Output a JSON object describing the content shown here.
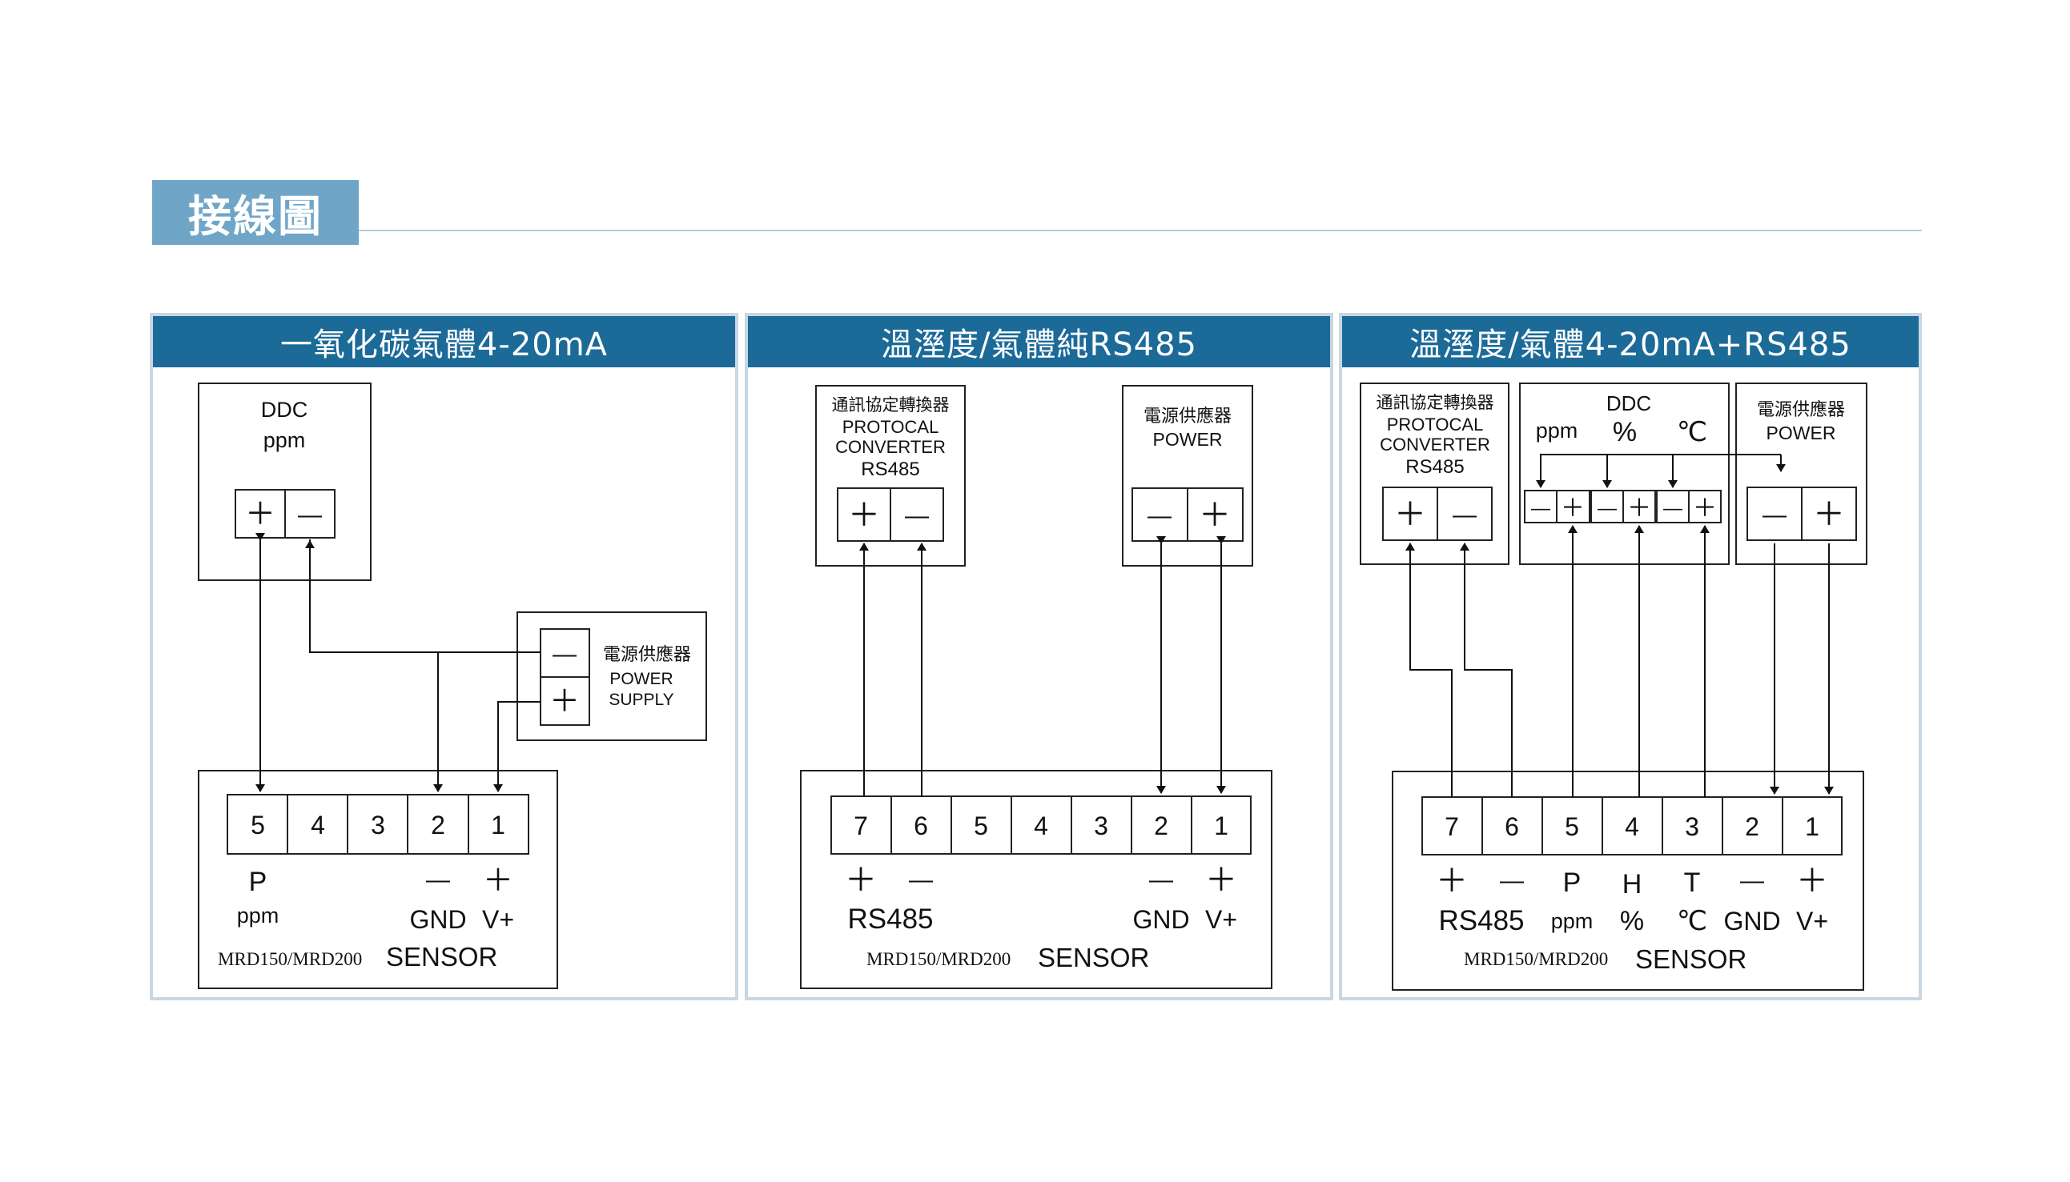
{
  "header": {
    "title": "接線圖"
  },
  "panels": [
    {
      "title": "一氧化碳氣體4-20mA",
      "ddc": {
        "line1": "DDC",
        "line2": "ppm",
        "plus": "＋",
        "minus": "—"
      },
      "power": {
        "label_cn": "電源供應器",
        "label_en1": "POWER",
        "label_en2": "SUPPLY",
        "minus": "—",
        "plus": "＋"
      },
      "sensor": {
        "terminals": [
          "5",
          "4",
          "3",
          "2",
          "1"
        ],
        "p": "P",
        "ppm": "ppm",
        "minus": "—",
        "plus": "＋",
        "gnd": "GND",
        "vplus": "V+",
        "model": "MRD150/MRD200",
        "name": "SENSOR"
      }
    },
    {
      "title": "溫溼度/氣體純RS485",
      "converter": {
        "cn": "通訊協定轉換器",
        "en1": "PROTOCAL",
        "en2": "CONVERTER",
        "en3": "RS485",
        "plus": "＋",
        "minus": "—"
      },
      "power": {
        "cn": "電源供應器",
        "en": "POWER",
        "minus": "—",
        "plus": "＋"
      },
      "sensor": {
        "terminals": [
          "7",
          "6",
          "5",
          "4",
          "3",
          "2",
          "1"
        ],
        "plus_a": "＋",
        "minus_a": "—",
        "rs485": "RS485",
        "minus_b": "—",
        "plus_b": "＋",
        "gnd": "GND",
        "vplus": "V+",
        "model": "MRD150/MRD200",
        "name": "SENSOR"
      }
    },
    {
      "title": "溫溼度/氣體4-20mA+RS485",
      "converter": {
        "cn": "通訊協定轉換器",
        "en1": "PROTOCAL",
        "en2": "CONVERTER",
        "en3": "RS485",
        "plus": "＋",
        "minus": "—"
      },
      "ddc": {
        "title": "DDC",
        "ppm": "ppm",
        "percent": "%",
        "celsius": "℃",
        "terms": [
          "—",
          "＋",
          "—",
          "＋",
          "—",
          "＋"
        ]
      },
      "power": {
        "cn": "電源供應器",
        "en": "POWER",
        "minus": "—",
        "plus": "＋"
      },
      "sensor": {
        "terminals": [
          "7",
          "6",
          "5",
          "4",
          "3",
          "2",
          "1"
        ],
        "plus_a": "＋",
        "minus_a": "—",
        "p": "P",
        "h": "H",
        "t": "T",
        "minus_b": "—",
        "plus_b": "＋",
        "rs485": "RS485",
        "ppm": "ppm",
        "percent": "%",
        "celsius": "℃",
        "gnd": "GND",
        "vplus": "V+",
        "model": "MRD150/MRD200",
        "name": "SENSOR"
      }
    }
  ]
}
